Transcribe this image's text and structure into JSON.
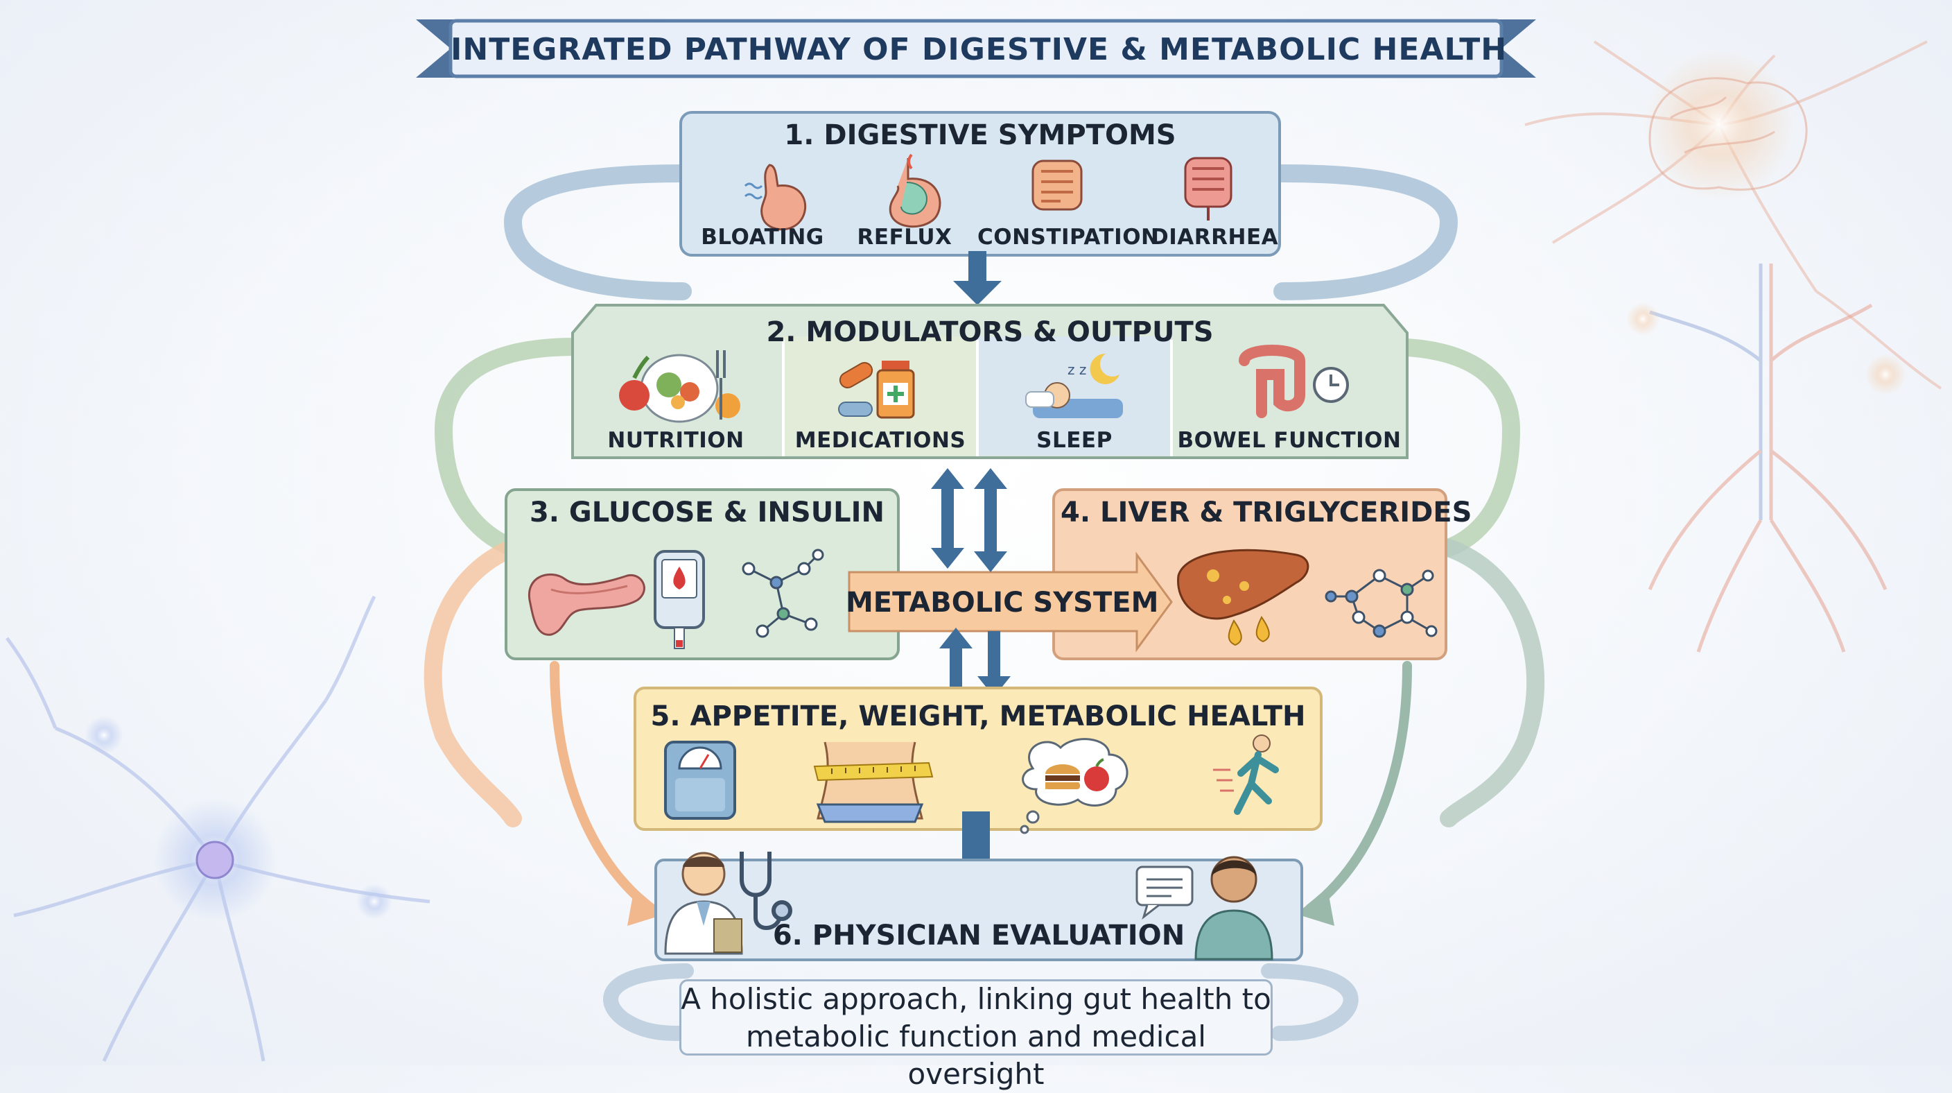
{
  "title": "INTEGRATED PATHWAY OF DIGESTIVE & METABOLIC HEALTH",
  "sections": {
    "digestive": {
      "title": "1. DIGESTIVE SYMPTOMS",
      "items": [
        "BLOATING",
        "REFLUX",
        "CONSTIPATION",
        "DIARRHEA"
      ]
    },
    "modulators": {
      "title": "2. MODULATORS & OUTPUTS",
      "items": [
        "NUTRITION",
        "MEDICATIONS",
        "SLEEP",
        "BOWEL FUNCTION"
      ]
    },
    "glucose": {
      "title": "3. GLUCOSE & INSULIN"
    },
    "liver": {
      "title": "4. LIVER & TRIGLYCERIDES"
    },
    "metabolic_system": "METABOLIC SYSTEM",
    "appetite": {
      "title": "5. APPETITE, WEIGHT, METABOLIC HEALTH"
    },
    "physician": {
      "title": "6. PHYSICIAN EVALUATION"
    }
  },
  "caption": {
    "line1": "A holistic approach, linking gut health to",
    "line2": "metabolic function and medical oversight"
  },
  "icons": [
    "stomach-bloating-icon",
    "stomach-reflux-icon",
    "intestine-constipation-icon",
    "intestine-diarrhea-icon",
    "food-plate-icon",
    "medication-icon",
    "sleep-icon",
    "bowel-clock-icon",
    "pancreas-icon",
    "glucometer-icon",
    "molecule-icon",
    "liver-icon",
    "triglyceride-molecule-icon",
    "scale-icon",
    "waist-measure-icon",
    "food-thought-icon",
    "runner-icon",
    "doctor-icon",
    "stethoscope-icon",
    "patient-icon",
    "speech-bubble-icon"
  ],
  "colors": {
    "banner": "#5b7fa8",
    "digestive_bg": "#d8e6f1",
    "modulators_bg": "#dbe9dc",
    "glucose_bg": "#dceadb",
    "liver_bg": "#f9d3b6",
    "appetite_bg": "#fbe9b8",
    "physician_bg": "#dfe9f3",
    "arrow": "#3e6e99"
  }
}
